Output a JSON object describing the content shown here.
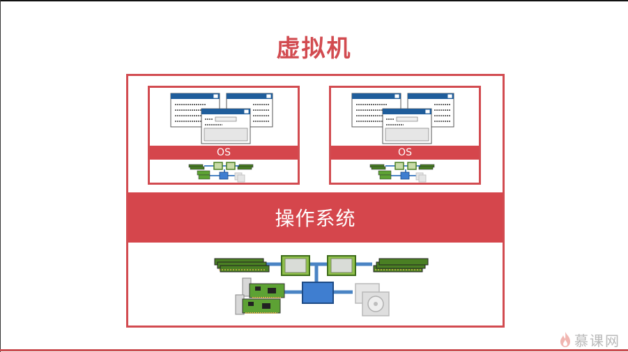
{
  "title": "虚拟机",
  "host": {
    "os_label": "操作系统"
  },
  "vms": [
    {
      "os_label": "OS"
    },
    {
      "os_label": "OS"
    }
  ],
  "logo": {
    "text": "慕课网",
    "icon": "flame-icon"
  },
  "colors": {
    "accent": "#d5464c",
    "window_titlebar": "#1f5d9b",
    "ram_green": "#4a7f23",
    "cpu_green": "#8fc04a",
    "bus_blue": "#4a84c4",
    "chipset_blue": "#3f7ed0",
    "disk_gray": "#cfcfcf"
  }
}
